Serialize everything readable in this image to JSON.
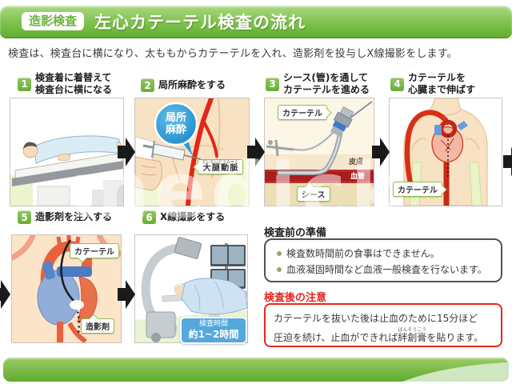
{
  "colors": {
    "accent_green": "#6cb33c",
    "alert_red": "#e2241e",
    "info_blue": "#55a8dc",
    "artery_red": "#e32619"
  },
  "header": {
    "badge": "造影検査",
    "title": "左心カテーテル検査の流れ"
  },
  "intro": "検査は、検査台に横になり、太ももからカテーテルを入れ、造影剤を投与しX線撮影をします。",
  "steps": [
    {
      "num": "1",
      "line1": "検査着に着替えて",
      "line2": "検査台に横になる"
    },
    {
      "num": "2",
      "line1": "局所麻酔をする",
      "line2": ""
    },
    {
      "num": "3",
      "line1": "シース(管)を通して",
      "line2": "カテーテルを進める"
    },
    {
      "num": "4",
      "line1": "カテーテルを",
      "line2": "心臓まで伸ばす"
    },
    {
      "num": "5",
      "line1": "造影剤を注入する",
      "line2": ""
    },
    {
      "num": "6",
      "line1": "X線撮影をする",
      "line2": ""
    }
  ],
  "panel2": {
    "anesthesia_line1": "局所",
    "anesthesia_line2": "麻酔",
    "artery_label": "大腿動脈",
    "artery_furigana": "だいたいどうみゃく"
  },
  "panel3": {
    "catheter_label": "カテーテル",
    "skin_label": "皮膚",
    "vessel_label": "血管",
    "sheath_label": "シース"
  },
  "panel4": {
    "catheter_label": "カテーテル"
  },
  "panel5": {
    "catheter_label": "カテーテル",
    "contrast_label": "造影剤"
  },
  "panel6": {
    "time_line1": "検査時間",
    "time_line2": "約1~2時間"
  },
  "pre_exam": {
    "title": "検査前の準備",
    "items": [
      "検査数時間前の食事はできません。",
      "血液凝固時間など血液一般検査を行ないます。"
    ]
  },
  "post_exam": {
    "title": "検査後の注意",
    "line1": "カテーテルを抜いた後は止血のために15分ほど",
    "line2_before": "圧迫を続け、止血ができれば",
    "bandage_base": "絆創膏",
    "bandage_furigana": "ばんそうこう",
    "line2_after": "を貼ります。"
  },
  "watermark": "medick"
}
